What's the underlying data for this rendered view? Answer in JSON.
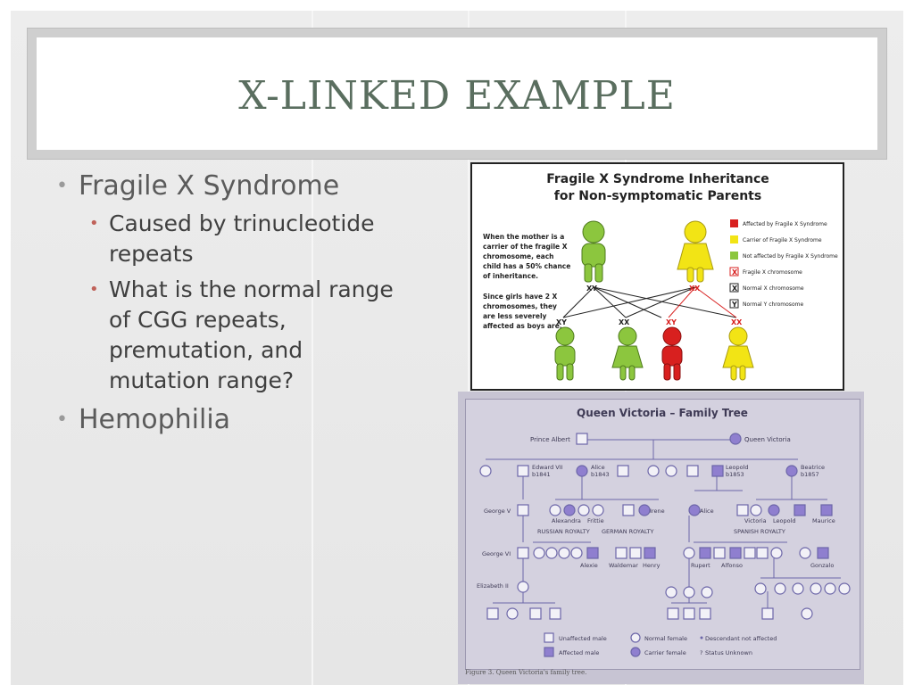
{
  "slide": {
    "title": "X-LINKED EXAMPLE",
    "bullets": {
      "fragile_x": "Fragile X Syndrome",
      "cause": "Caused by trinucleotide repeats",
      "question": "What is the normal range of CGG repeats, premutation, and mutation range?",
      "hemophilia": "Hemophilia"
    },
    "bullet_glyph": "•"
  },
  "fragile_x_figure": {
    "title_line1": "Fragile X Syndrome Inheritance",
    "title_line2": "for Non-symptomatic Parents",
    "description_lines": [
      "When the mother is a",
      "carrier of the fragile X",
      "chromosome, each",
      "child has a 50% chance",
      "of inheritance."
    ],
    "note_lines": [
      "Since girls have 2 X",
      "chromosomes, they",
      "are less severely",
      "affected as boys are."
    ],
    "legend": [
      {
        "label": "Affected by Fragile X Syndrome",
        "color": "#d8201f"
      },
      {
        "label": "Carrier of Fragile X Syndrome",
        "color": "#f2e415"
      },
      {
        "label": "Not affected by Fragile X Syndrome",
        "color": "#8cc63e"
      },
      {
        "label": "Fragile X chromosome",
        "symbol": "X"
      },
      {
        "label": "Normal X chromosome",
        "symbol": "X"
      },
      {
        "label": "Normal Y chromosome",
        "symbol": "Y"
      }
    ],
    "parents": {
      "father": "XY",
      "mother": "XX"
    },
    "children": [
      "XY",
      "XX",
      "XY",
      "XX"
    ],
    "colors": {
      "green": "#8cc63e",
      "yellow": "#f2e415",
      "red": "#d8201f"
    }
  },
  "family_tree": {
    "title": "Queen Victoria – Family Tree",
    "founders": {
      "male": "Prince Albert",
      "female": "Queen Victoria"
    },
    "children_labels": {
      "edward": "Edward VII",
      "edward_born": "b1841",
      "alice": "Alice",
      "alice_born": "b1843",
      "leopold": "Leopold",
      "leopold_born": "b1853",
      "beatrice": "Beatrice",
      "beatrice_born": "b1857"
    },
    "gen3": {
      "george_v": "George V",
      "alexandra": "Alexandra",
      "irene": "Irene",
      "frittie": "Frittie",
      "alice": "Alice",
      "victoria": "Victoria",
      "leopold": "Leopold",
      "maurice": "Maurice"
    },
    "royalty": {
      "russian": "RUSSIAN ROYALTY",
      "german": "GERMAN ROYALTY",
      "spanish": "SPANISH ROYALTY"
    },
    "gen4": {
      "george_vi": "George VI",
      "alexie": "Alexie",
      "waldemar": "Waldemar",
      "henry": "Henry",
      "rupert": "Rupert",
      "alfonso": "Alfonso",
      "gonzalo": "Gonzalo"
    },
    "gen5": {
      "elizabeth": "Elizabeth II"
    },
    "legend": {
      "unaffected_male": "Unaffected male",
      "affected_male": "Affected male",
      "normal_female": "Normal female",
      "carrier_female": "Carrier female",
      "descendant": "Descendant not affected",
      "unknown": "Status Unknown",
      "unknown_mark": "?"
    },
    "caption": "Figure 3. Queen Victoria's family tree.",
    "colors": {
      "affected": "#8f7fcf",
      "symbol_line": "#6c66a8",
      "background": "#d4d1df"
    }
  }
}
